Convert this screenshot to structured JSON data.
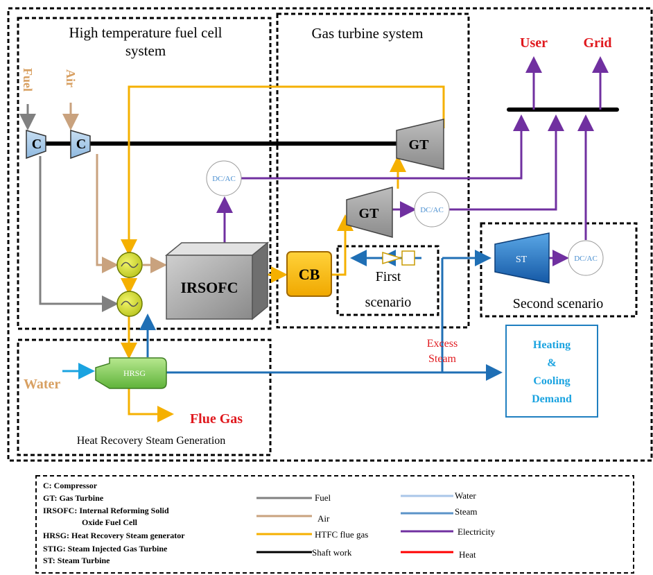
{
  "sections": {
    "htfc_title_line1": "High temperature fuel cell",
    "htfc_title_line2": "system",
    "gt_title": "Gas turbine system",
    "hrsg_title": "Heat Recovery Steam Generation",
    "first_scenario_line1": "First",
    "first_scenario_line2": "scenario",
    "second_scenario": "Second scenario"
  },
  "inputs": {
    "fuel": "Fuel",
    "air": "Air",
    "water": "Water"
  },
  "outputs": {
    "user": "User",
    "grid": "Grid",
    "flue_gas": "Flue Gas",
    "excess_steam_line1": "Excess",
    "excess_steam_line2": "Steam"
  },
  "components": {
    "compressor1": "C",
    "compressor2": "C",
    "gt_top": "GT",
    "gt_mid": "GT",
    "irsofc": "IRSOFC",
    "cb": "CB",
    "st": "ST",
    "hrsg": "HRSG",
    "dcac1": "DC/AC",
    "dcac2": "DC/AC",
    "dcac3": "DC/AC"
  },
  "demand": {
    "line1": "Heating",
    "line2": "&",
    "line3": "Cooling",
    "line4": "Demand"
  },
  "legend": {
    "abbreviations": [
      "C: Compressor",
      "GT: Gas Turbine",
      "IRSOFC: Internal Reforming Solid",
      "Oxide  Fuel Cell",
      "HRSG: Heat Recovery Steam generator",
      "STIG: Steam Injected Gas Turbine",
      "ST: Steam Turbine"
    ],
    "lines": [
      {
        "label": "Fuel",
        "color": "#808080"
      },
      {
        "label": "Air",
        "color": "#c9a27e"
      },
      {
        "label": "HTFC flue gas",
        "color": "#f5b000"
      },
      {
        "label": "Shaft work",
        "color": "#000000"
      },
      {
        "label": "Water",
        "color": "#a9c6e8"
      },
      {
        "label": "Steam",
        "color": "#5b93c8"
      },
      {
        "label": "Electricity",
        "color": "#7030a0"
      },
      {
        "label": "Heat",
        "color": "#ff0000"
      }
    ]
  },
  "colors": {
    "fuel": "#808080",
    "air": "#c9a27e",
    "flue": "#f5b000",
    "shaft": "#000000",
    "steam": "#1f6fb5",
    "electricity": "#7030a0",
    "red_label": "#e0191e",
    "input_label": "#d8a062",
    "demand_text": "#1aa3e0"
  }
}
